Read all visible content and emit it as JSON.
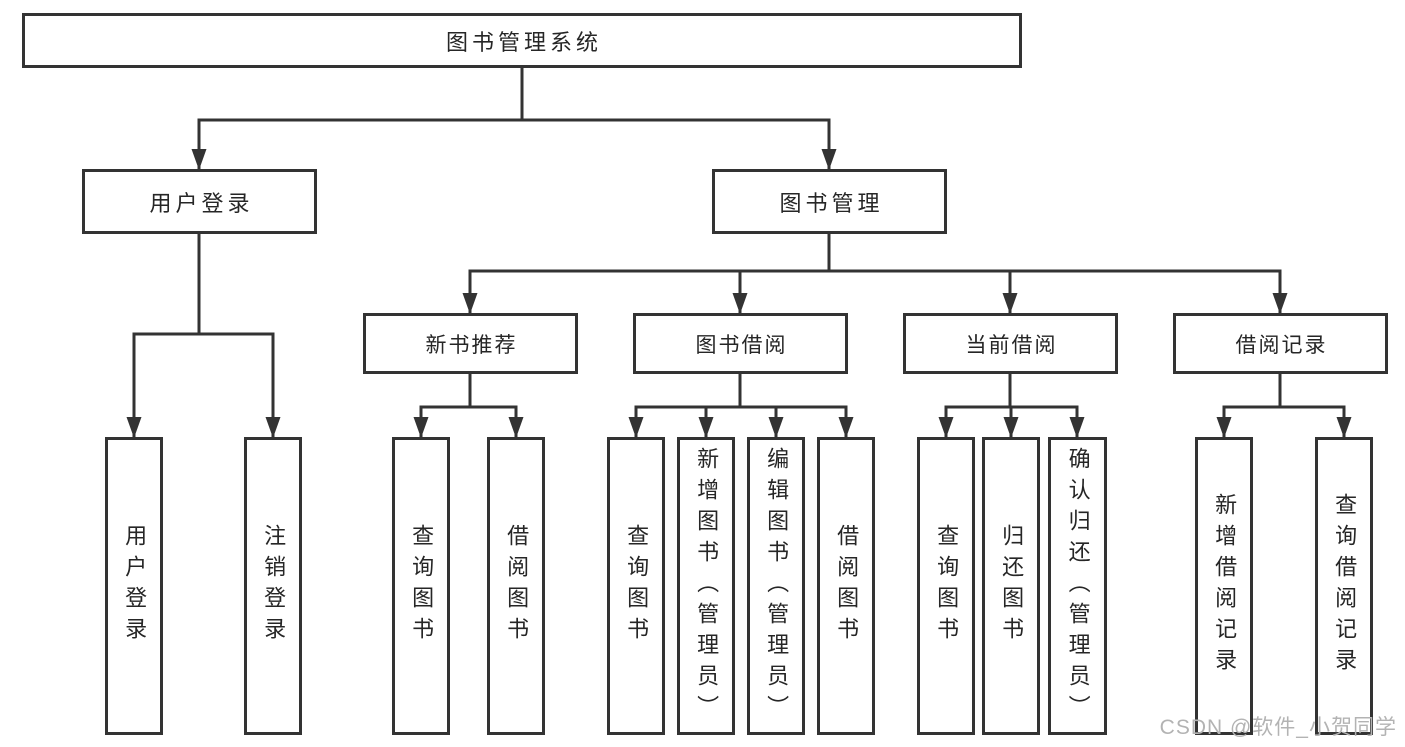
{
  "watermark": "CSDN @软件_小贺同学",
  "colors": {
    "line": "#333333",
    "box_border": "#333333",
    "text": "#262626",
    "watermark": "#b3b3b3",
    "background": "#ffffff"
  },
  "tree": {
    "label": "图书管理系统",
    "children": [
      {
        "label": "用户登录",
        "children": [
          {
            "label": "用户登录"
          },
          {
            "label": "注销登录"
          }
        ]
      },
      {
        "label": "图书管理",
        "children": [
          {
            "label": "新书推荐",
            "children": [
              {
                "label": "查询图书"
              },
              {
                "label": "借阅图书"
              }
            ]
          },
          {
            "label": "图书借阅",
            "children": [
              {
                "label": "查询图书"
              },
              {
                "label": "新增图书（管理员）"
              },
              {
                "label": "编辑图书（管理员）"
              },
              {
                "label": "借阅图书"
              }
            ]
          },
          {
            "label": "当前借阅",
            "children": [
              {
                "label": "查询图书"
              },
              {
                "label": "归还图书"
              },
              {
                "label": "确认归还（管理员）"
              }
            ]
          },
          {
            "label": "借阅记录",
            "children": [
              {
                "label": "新增借阅记录"
              },
              {
                "label": "查询借阅记录"
              }
            ]
          }
        ]
      }
    ]
  }
}
